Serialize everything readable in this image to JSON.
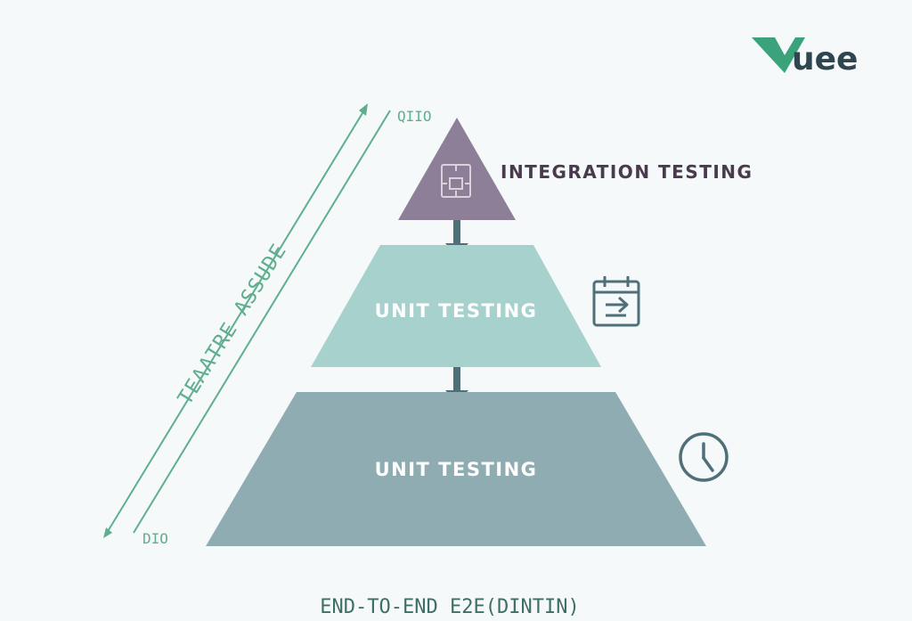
{
  "logo": {
    "mark": "V",
    "text": "uee",
    "mark_color": "#3aa37c",
    "text_color": "#2f4550"
  },
  "axis": {
    "label": "TEAATRE ASSUDE",
    "top_value": "QIIO",
    "bottom_value": "DIO",
    "color": "#5fae8e"
  },
  "tiers": [
    {
      "label": "INTEGRATION TESTING",
      "color": "#8e7f98",
      "label_color": "#4a3a4e",
      "icon": "puzzle-icon"
    },
    {
      "label": "UNIT TESTING",
      "color": "#a7d1cd",
      "label_color": "#ffffff",
      "icon": "calendar-arrow-icon"
    },
    {
      "label": "UNIT TESTING",
      "color": "#8facb2",
      "label_color": "#ffffff",
      "icon": "clock-icon"
    }
  ],
  "arrow_color": "#4f6f79",
  "icon_color": "#4f6f79",
  "footer": {
    "caption": "END-TO-END E2E(DINTIN)",
    "color": "#3e6e66"
  }
}
